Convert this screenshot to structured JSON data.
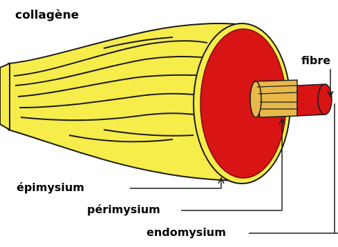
{
  "diagram": {
    "title": "collagène",
    "labels": {
      "fibre": "fibre",
      "epimysium": "épimysium",
      "perimysium": "périmysium",
      "endomysium": "endomysium"
    }
  },
  "colors": {
    "muscle_yellow": "#f6ec4a",
    "muscle_outline": "#1a1a1a",
    "section_red": "#d81414",
    "fascicle_tan": "#e8b84a",
    "background": "#ffffff"
  }
}
